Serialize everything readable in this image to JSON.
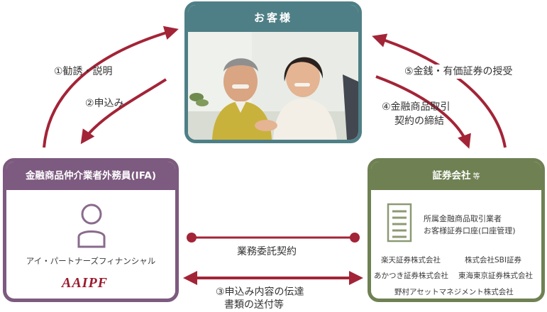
{
  "customer": {
    "title": "お客様"
  },
  "ifa": {
    "title": "金融商品仲介業者外務員(IFA)",
    "company": "アイ・パートナーズフィナンシャル",
    "logo_text": "AAIPF"
  },
  "securities": {
    "title": "証券会社",
    "title_suffix": "等",
    "desc_line1": "所属金融商品取引業者",
    "desc_line2": "お客様証券口座(口座管理)",
    "firms": [
      "楽天証券株式会社",
      "株式会社SBI証券",
      "あかつき証券株式会社",
      "東海東京証券株式会社",
      "野村アセットマネジメント株式会社"
    ]
  },
  "flows": {
    "solicit": "①勧誘・説明",
    "apply": "②申込み",
    "contract_line1": "④金融商品取引",
    "contract_line2": "契約の締結",
    "delivery": "⑤金銭・有価証券の授受",
    "agreement": "業務委託契約",
    "transmit_line1": "③申込み内容の伝達",
    "transmit_line2": "書類の送付等"
  },
  "colors": {
    "customer": "#4f7f86",
    "ifa": "#7d5a7f",
    "securities": "#6f8153",
    "arrow": "#a32437"
  }
}
